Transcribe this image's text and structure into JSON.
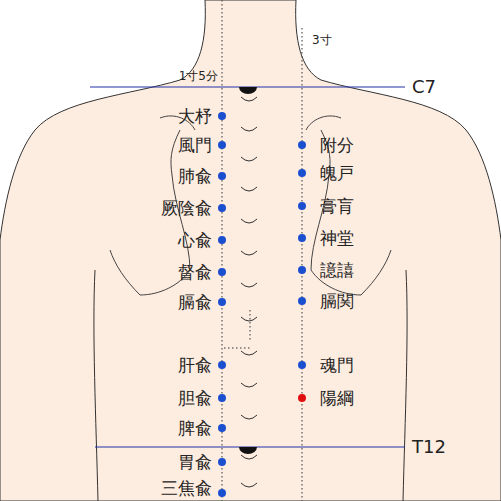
{
  "diagram": {
    "labels": [
      "3寸",
      "1寸5分",
      "C7",
      "大杼",
      "風門",
      "肺兪",
      "厥陰兪",
      "心兪",
      "督兪",
      "膈兪",
      "附分",
      "魄戸",
      "膏肓",
      "神堂",
      "譩譆",
      "膈関",
      "肝兪",
      "魂門",
      "胆兪",
      "陽綱",
      "脾兪",
      "T12",
      "胃兪",
      "三焦兪"
    ]
  }
}
